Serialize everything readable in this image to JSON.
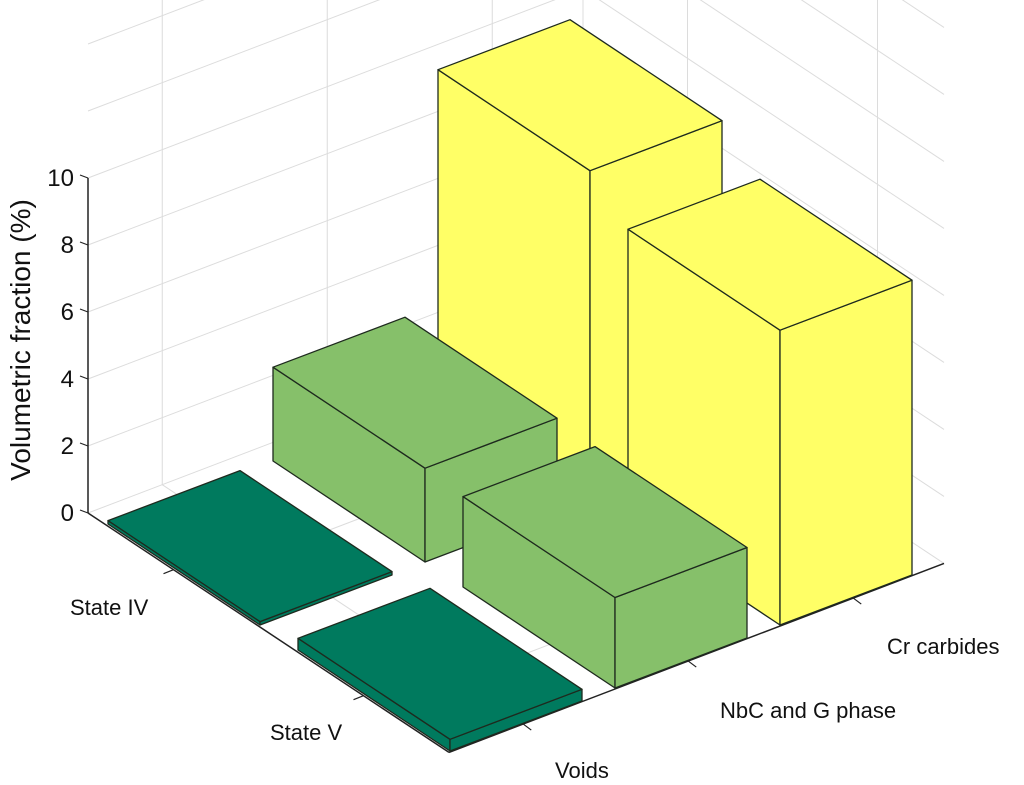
{
  "chart_data": {
    "type": "bar",
    "subtype": "3d-grouped-bar",
    "title": "",
    "ylabel": "Volumetric fraction (%)",
    "zlim": [
      0,
      10
    ],
    "zticks": [
      "0",
      "2",
      "4",
      "6",
      "8",
      "10"
    ],
    "categories": [
      "Voids",
      "NbC and G phase",
      "Cr carbides"
    ],
    "series": [
      {
        "name": "State IV",
        "values": [
          0.1,
          2.8,
          9.8
        ]
      },
      {
        "name": "State V",
        "values": [
          0.35,
          2.7,
          8.8
        ]
      }
    ],
    "colors": {
      "Voids": "#007a5e",
      "NbC and G phase": "#86c06a",
      "Cr carbides": "#ffff66"
    },
    "grid": true
  }
}
